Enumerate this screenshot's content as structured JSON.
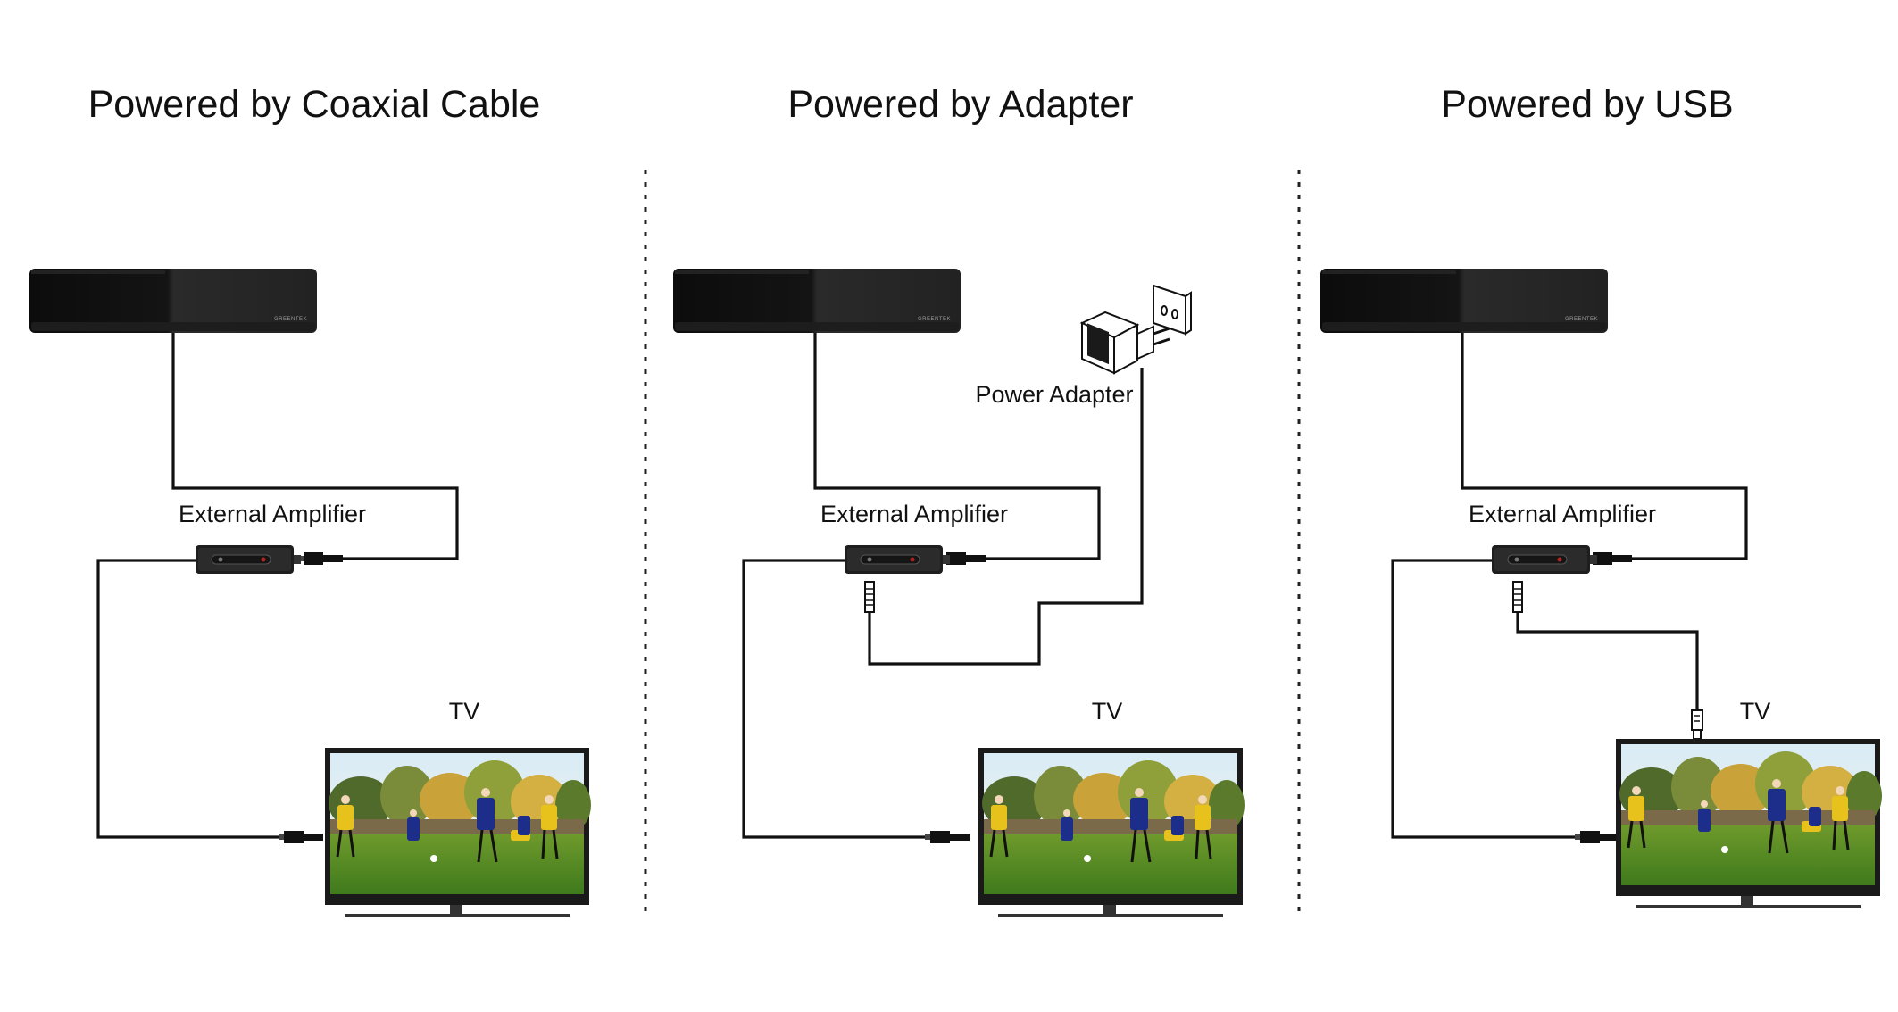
{
  "panels": [
    {
      "title": "Powered by Coaxial Cable",
      "amplifier_label": "External Amplifier",
      "tv_label": "TV"
    },
    {
      "title": "Powered by Adapter",
      "amplifier_label": "External Amplifier",
      "adapter_label": "Power Adapter",
      "tv_label": "TV"
    },
    {
      "title": "Powered by USB",
      "amplifier_label": "External Amplifier",
      "tv_label": "TV"
    }
  ],
  "antenna_brand": "GREENTEK",
  "icons": [
    "antenna-icon",
    "amplifier-icon",
    "power-adapter-icon",
    "wall-socket-icon",
    "usb-plug-icon",
    "tv-icon"
  ]
}
